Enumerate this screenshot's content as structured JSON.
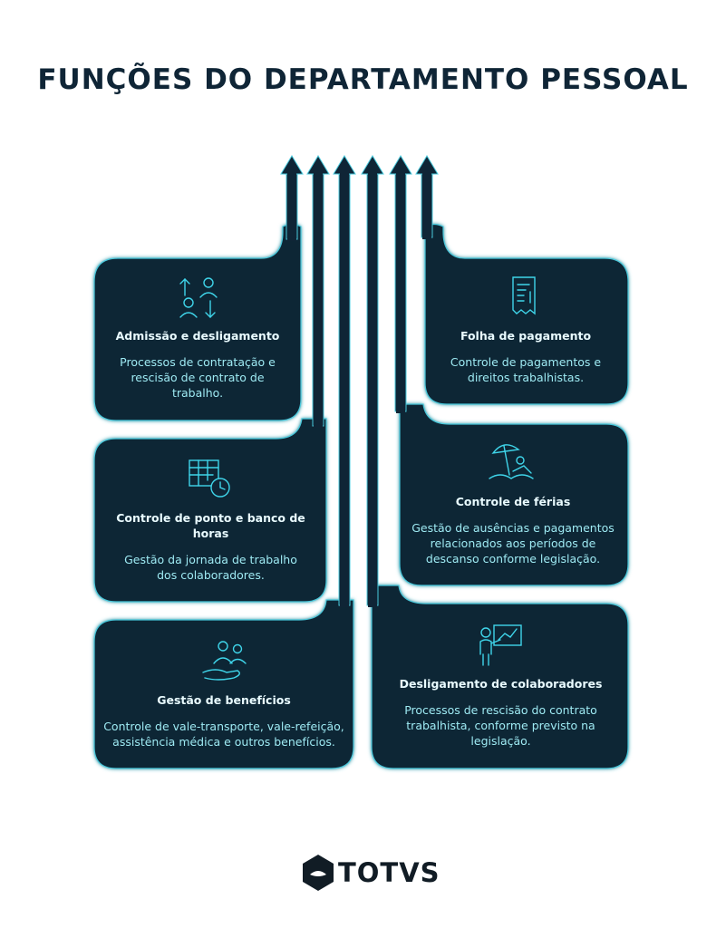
{
  "title": "FUNÇÕES DO DEPARTAMENTO PESSOAL",
  "cards": [
    {
      "title": "Admissão e desligamento",
      "desc": "Processos de contratação e rescisão de contrato de trabalho.",
      "icon": "people-swap-icon"
    },
    {
      "title": "Folha de pagamento",
      "desc": "Controle de pagamentos e direitos trabalhistas.",
      "icon": "receipt-icon"
    },
    {
      "title": "Controle de ponto e banco de horas",
      "desc": "Gestão da jornada de trabalho dos colaboradores.",
      "icon": "timesheet-clock-icon"
    },
    {
      "title": "Controle de férias",
      "desc": "Gestão de ausências e pagamentos relacionados aos períodos de descanso conforme legislação.",
      "icon": "beach-umbrella-icon"
    },
    {
      "title": "Gestão de benefícios",
      "desc": "Controle de vale-transporte, vale-refeição, assistência médica e outros benefícios.",
      "icon": "hand-people-icon"
    },
    {
      "title": "Desligamento de colaboradores",
      "desc": "Processos de rescisão do contrato trabalhista, conforme previsto na legislação.",
      "icon": "presentation-person-icon"
    }
  ],
  "logo": {
    "text": "TOTVS"
  },
  "colors": {
    "card": "#0f2536",
    "accent": "#3fd5ea",
    "title": "#0f2536"
  }
}
